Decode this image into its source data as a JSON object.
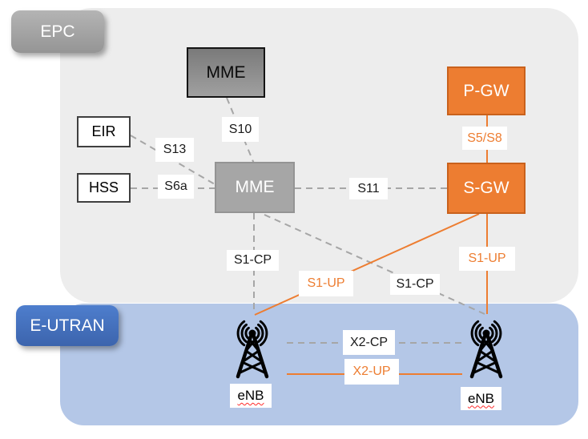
{
  "regions": {
    "epc": {
      "label": "EPC",
      "background": "#EDEDED",
      "badge_color": "#A0A0A0"
    },
    "eutran": {
      "label": "E-UTRAN",
      "background": "#B4C7E7",
      "badge_color": "#4472C4"
    }
  },
  "nodes": {
    "mme_top": {
      "label": "MME"
    },
    "eir": {
      "label": "EIR"
    },
    "hss": {
      "label": "HSS"
    },
    "mme": {
      "label": "MME"
    },
    "pgw": {
      "label": "P-GW"
    },
    "sgw": {
      "label": "S-GW"
    },
    "enb_left": {
      "label": "eNB"
    },
    "enb_right": {
      "label": "eNB"
    }
  },
  "interfaces": {
    "s10": {
      "label": "S10",
      "plane": "control"
    },
    "s13": {
      "label": "S13",
      "plane": "control"
    },
    "s6a": {
      "label": "S6a",
      "plane": "control"
    },
    "s11": {
      "label": "S11",
      "plane": "control"
    },
    "s5s8": {
      "label": "S5/S8",
      "plane": "user"
    },
    "s1cp_left": {
      "label": "S1-CP",
      "plane": "control"
    },
    "s1up_left": {
      "label": "S1-UP",
      "plane": "user"
    },
    "s1cp_right": {
      "label": "S1-CP",
      "plane": "control"
    },
    "s1up_right": {
      "label": "S1-UP",
      "plane": "user"
    },
    "x2cp": {
      "label": "X2-CP",
      "plane": "control"
    },
    "x2up": {
      "label": "X2-UP",
      "plane": "user"
    }
  },
  "colors": {
    "control_plane_line": "#A6A6A6",
    "user_plane_line": "#ED7D31",
    "node_orange": "#ED7D31",
    "node_gray": "#A6A6A6",
    "epc_region": "#EDEDED",
    "eutran_region": "#B4C7E7",
    "eutran_badge_blue": "#4472C4"
  }
}
